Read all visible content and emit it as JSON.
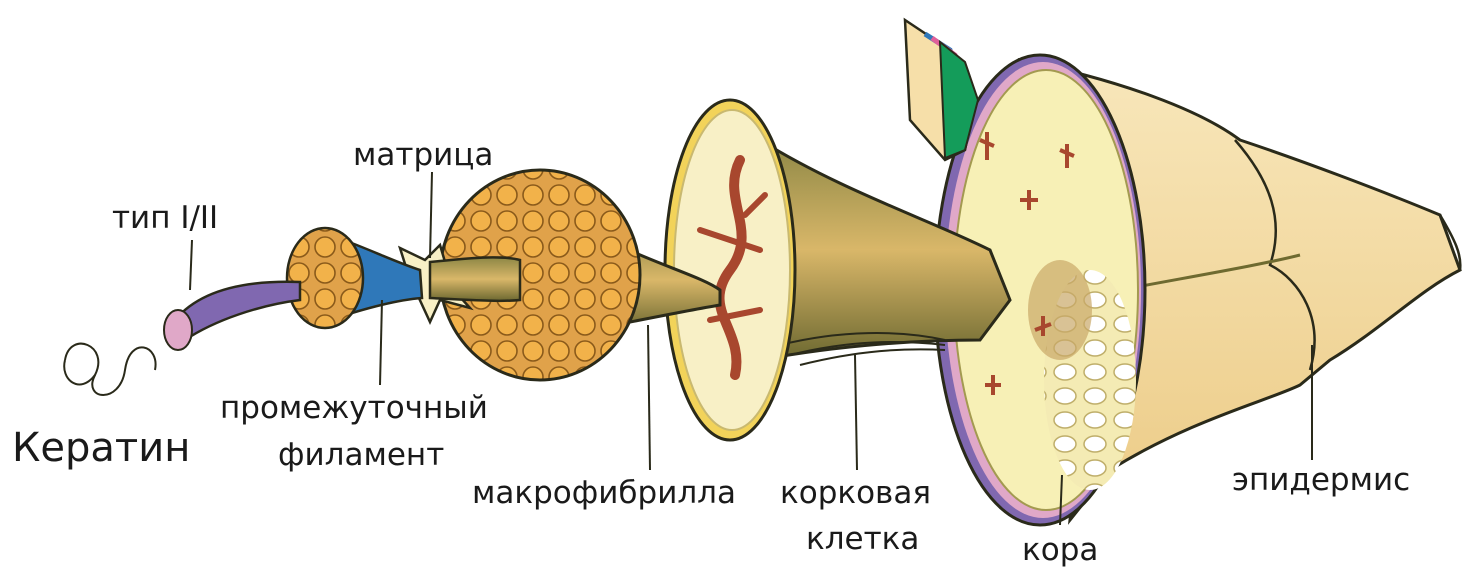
{
  "labels": {
    "keratin": "Кератин",
    "type": "тип I/II",
    "matrix": "матрица",
    "intermediate": "промежуточный",
    "filament": "филамент",
    "macrofibril": "макрофибрилла",
    "cortical": "корковая",
    "cell": "клетка",
    "cortex": "кора",
    "epidermis": "эпидермис"
  },
  "colors": {
    "outline": "#2a2a1a",
    "skin": "#f6dfa9",
    "skin_dark": "#e2c07a",
    "cortex_fill": "#f7f0b6",
    "cell_line": "#c9b970",
    "red": "#a8472e",
    "olive": "#6e6a30",
    "olive_light": "#b9a35a",
    "orange": "#f2b24a",
    "blue": "#2f78b9",
    "purple": "#8068b0",
    "pink": "#e0a8c8",
    "teal": "#2e9a7d",
    "green_band": "#149c5a"
  }
}
